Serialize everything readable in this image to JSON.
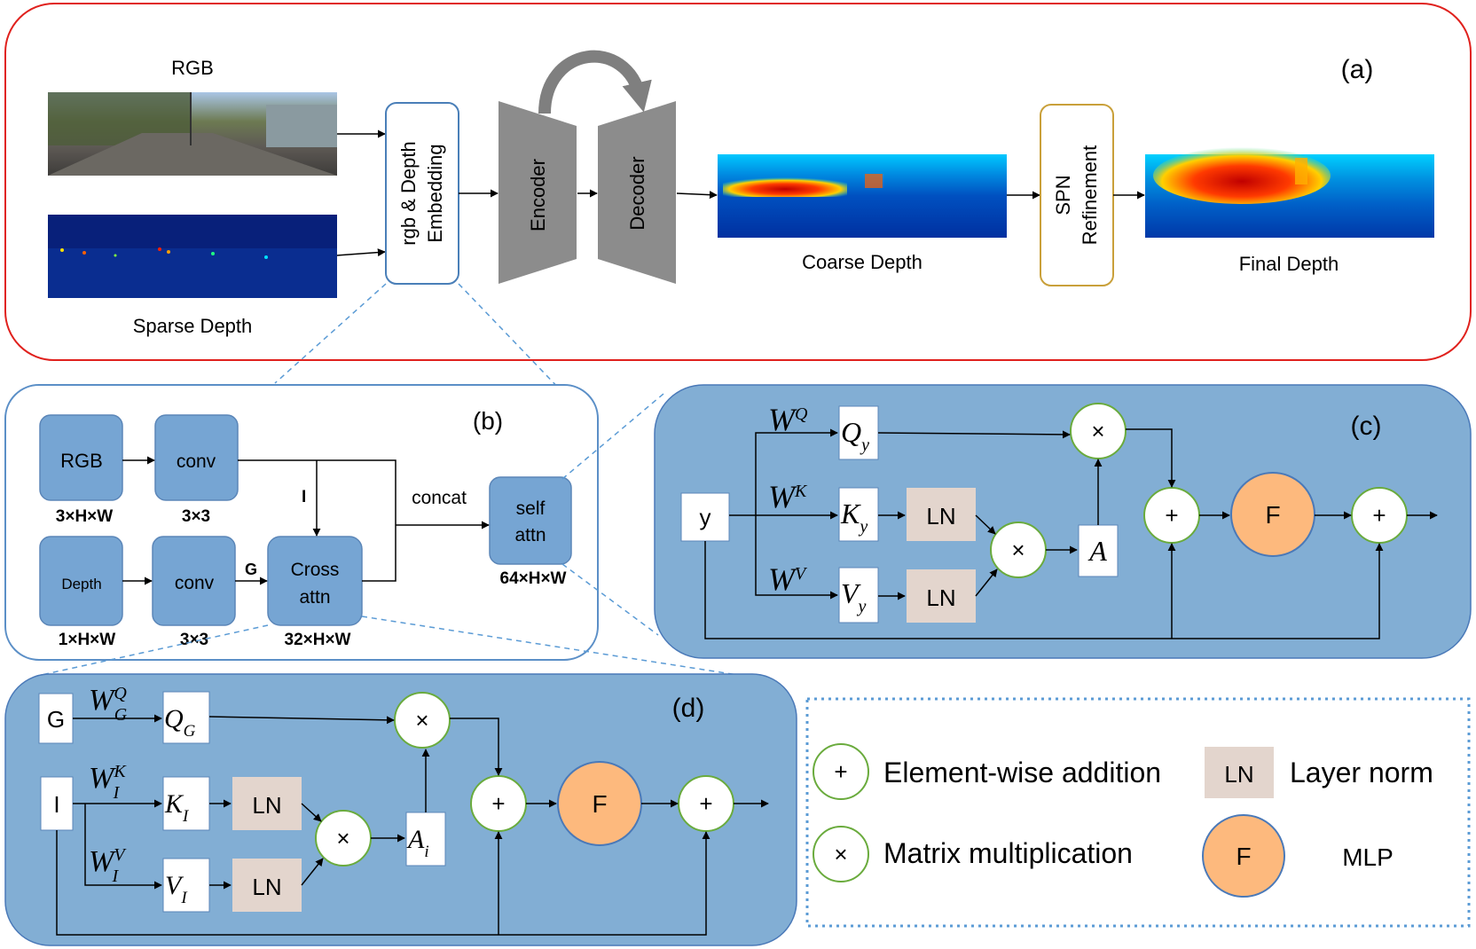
{
  "panel_a": {
    "label": "(a)",
    "rgb_label": "RGB",
    "sparse_label": "Sparse Depth",
    "embedding_line1": "rgb & Depth",
    "embedding_line2": "Embedding",
    "encoder": "Encoder",
    "decoder": "Decoder",
    "coarse_label": "Coarse Depth",
    "spn_line1": "SPN",
    "spn_line2": "Refinement",
    "final_label": "Final Depth"
  },
  "panel_b": {
    "label": "(b)",
    "rgb": "RGB",
    "rgb_dim": "3×H×W",
    "conv_top": "conv",
    "conv_top_dim": "3×3",
    "depth": "Depth",
    "depth_dim": "1×H×W",
    "conv_bottom": "conv",
    "conv_bottom_dim": "3×3",
    "i_label": "I",
    "g_label": "G",
    "cross_line1": "Cross",
    "cross_line2": "attn",
    "cross_dim": "32×H×W",
    "concat": "concat",
    "self_line1": "self",
    "self_line2": "attn",
    "self_dim": "64×H×W"
  },
  "panel_c": {
    "label": "(c)",
    "input": "y",
    "wq_base": "W",
    "wq_sup": "Q",
    "wk_base": "W",
    "wk_sup": "K",
    "wv_base": "W",
    "wv_sup": "V",
    "q_base": "Q",
    "q_sub": "y",
    "k_base": "K",
    "k_sub": "y",
    "v_base": "V",
    "v_sub": "y",
    "ln1": "LN",
    "ln2": "LN",
    "a": "A",
    "mul1": "×",
    "mul2": "×",
    "add1": "+",
    "f": "F",
    "add2": "+"
  },
  "panel_d": {
    "label": "(d)",
    "g": "G",
    "i": "I",
    "wq_base": "W",
    "wq_sup": "Q",
    "wq_sub": "G",
    "wk_base": "W",
    "wk_sup": "K",
    "wk_sub": "I",
    "wv_base": "W",
    "wv_sup": "V",
    "wv_sub": "I",
    "q_base": "Q",
    "q_sub": "G",
    "k_base": "K",
    "k_sub": "I",
    "v_base": "V",
    "v_sub": "I",
    "ln1": "LN",
    "ln2": "LN",
    "a_base": "A",
    "a_sub": "i",
    "mul1": "×",
    "mul2": "×",
    "add1": "+",
    "f": "F",
    "add2": "+"
  },
  "legend": {
    "add_symbol": "+",
    "add_text": "Element-wise addition",
    "mul_symbol": "×",
    "mul_text": "Matrix multiplication",
    "ln_symbol": "LN",
    "ln_text": "Layer norm",
    "mlp_symbol": "F",
    "mlp_text": "MLP"
  },
  "colors": {
    "panel_a_border": "#e0211d",
    "panel_b_border": "#5b8fc7",
    "panel_fill": "#82aed4",
    "node_fill": "#76a5d3",
    "node_stroke": "#5b86b8",
    "circle_stroke": "#6aab3d",
    "mlp_fill": "#fdb97d",
    "mlp_stroke": "#4a79b8",
    "ln_fill": "#e3d5cd",
    "block_gray": "#8c8c8c",
    "spn_stroke": "#c9a03a",
    "dashed": "#5b9bd5"
  }
}
